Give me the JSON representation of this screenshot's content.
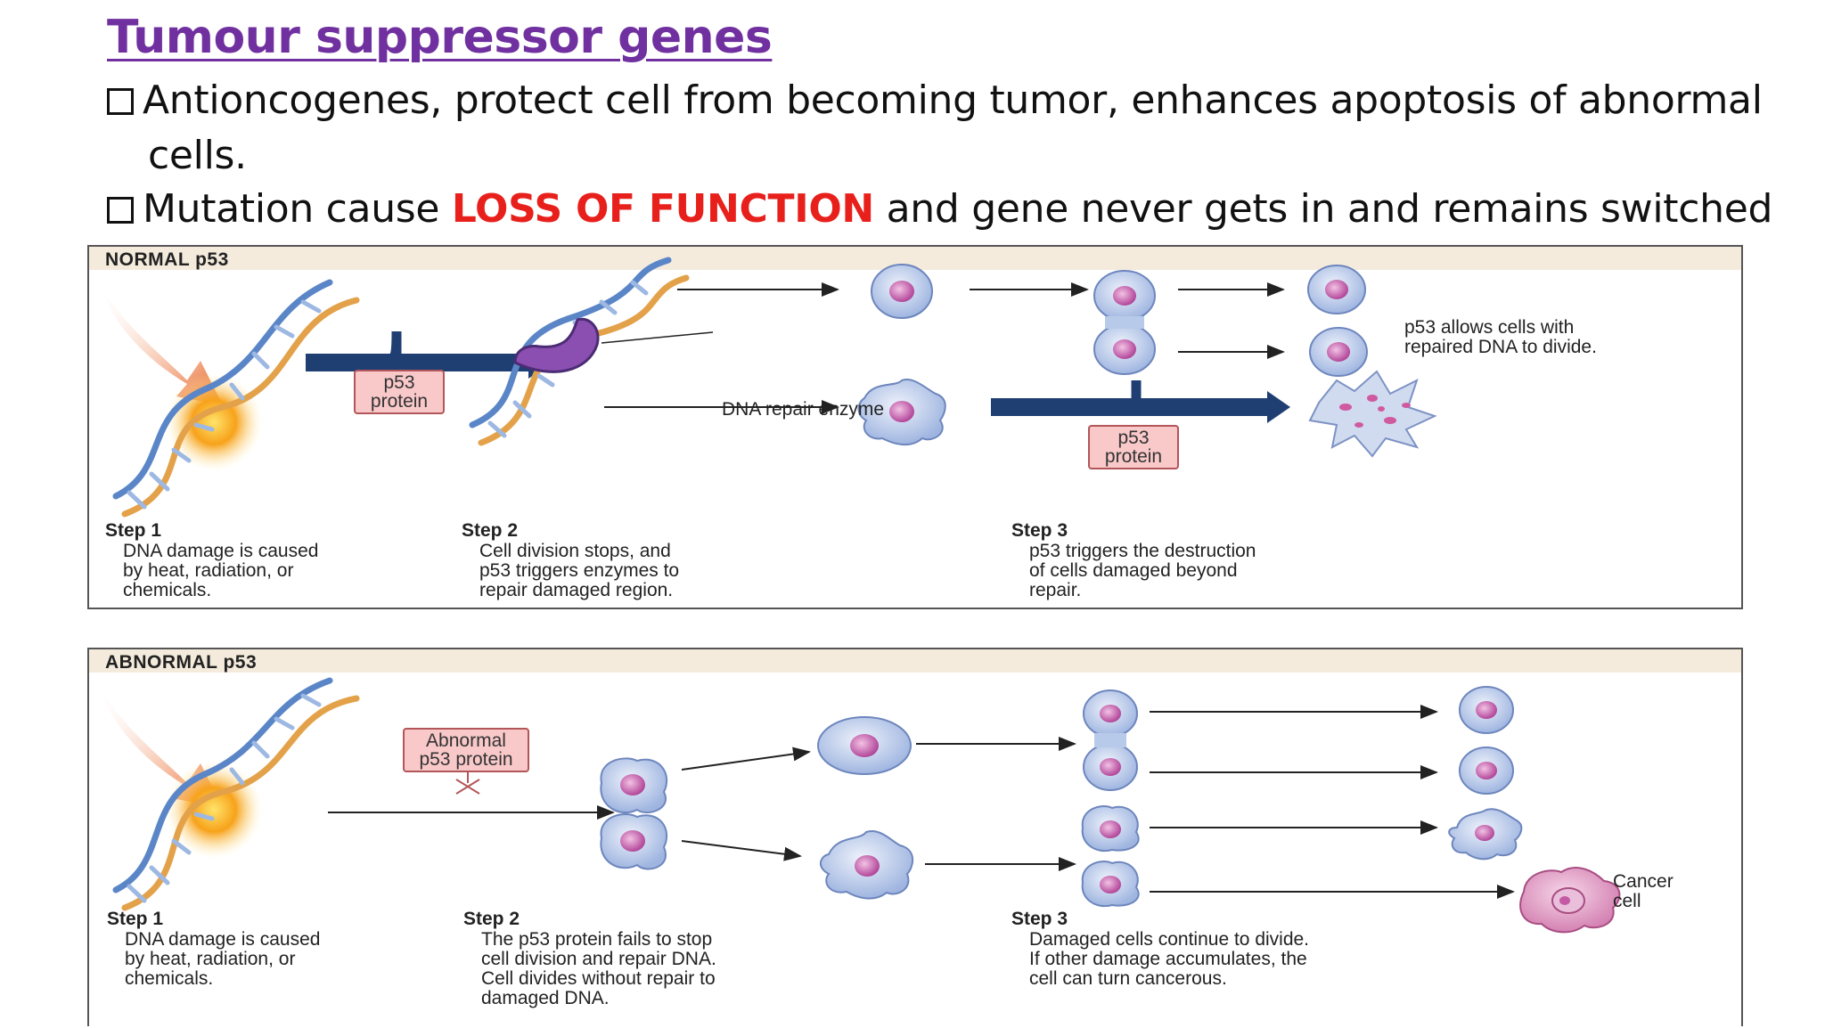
{
  "title": "Tumour suppressor genes",
  "bullets": {
    "b1_line1": "Antioncogenes, protect cell from becoming tumor, enhances apoptosis of abnormal",
    "b1_line2": "cells.",
    "b2_prefix": "Mutation cause ",
    "b2_highlight": "LOSS OF FUNCTION",
    "b2_suffix": " and gene never gets in and remains switched off."
  },
  "normal": {
    "header": "NORMAL p53",
    "tag1_line1": "p53",
    "tag1_line2": "protein",
    "tag2_line1": "p53",
    "tag2_line2": "protein",
    "repair_label": "DNA repair enzyme",
    "divide_label_line1": "p53 allows cells with",
    "divide_label_line2": "repaired DNA to divide.",
    "step1": {
      "label": "Step 1",
      "l1": "DNA damage is caused",
      "l2": "by heat, radiation, or",
      "l3": "chemicals."
    },
    "step2": {
      "label": "Step 2",
      "l1": "Cell division stops, and",
      "l2": "p53 triggers enzymes to",
      "l3": "repair damaged region."
    },
    "step3": {
      "label": "Step 3",
      "l1": "p53 triggers the destruction",
      "l2": "of cells damaged beyond",
      "l3": "repair."
    }
  },
  "abnormal": {
    "header": "ABNORMAL p53",
    "tag_line1": "Abnormal",
    "tag_line2": "p53 protein",
    "cancer_line1": "Cancer",
    "cancer_line2": "cell",
    "step1": {
      "label": "Step 1",
      "l1": "DNA damage is caused",
      "l2": "by heat, radiation, or",
      "l3": "chemicals."
    },
    "step2": {
      "label": "Step 2",
      "l1": "The p53 protein fails to stop",
      "l2": "cell division and repair DNA.",
      "l3": "Cell divides without repair to",
      "l4": "damaged DNA."
    },
    "step3": {
      "label": "Step 3",
      "l1": "Damaged cells continue to divide.",
      "l2": "If other damage accumulates, the",
      "l3": "cell can turn cancerous."
    }
  },
  "colors": {
    "title": "#7030a0",
    "highlight": "#e8201c",
    "arrow_blue": "#1f3f73",
    "cell_fill": "#c3d3ee",
    "nucleus": "#c45aa6",
    "cancer_cell": "#e3a4c8"
  }
}
